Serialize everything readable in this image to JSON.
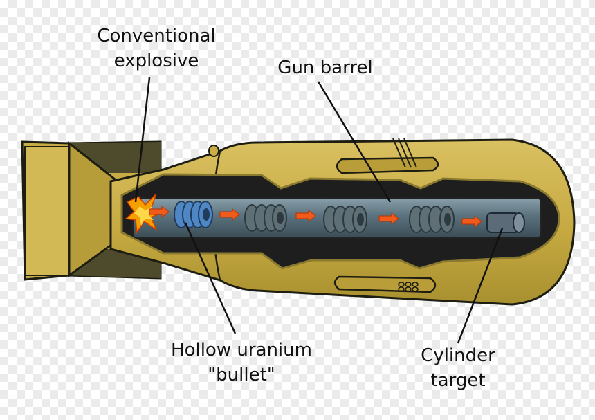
{
  "labels": {
    "conventional_explosive": [
      "Conventional",
      "explosive"
    ],
    "gun_barrel": "Gun barrel",
    "hollow_uranium_bullet": [
      "Hollow uranium",
      "\"bullet\""
    ],
    "cylinder_target": [
      "Cylinder",
      "target"
    ]
  },
  "colors": {
    "casing": "#c9ad45",
    "casing_shadow": "#a88e2d",
    "casing_dark": "#4e4a2c",
    "outline": "#1d1d12",
    "cavity": "#1e1e1e",
    "barrel": "#4d6470",
    "bullet_active": "#4f86c4",
    "bullet_ghost": "#5e6f76",
    "target": "#5c6b78",
    "arrow": "#f05a1a",
    "explosion": "#f5a000"
  }
}
